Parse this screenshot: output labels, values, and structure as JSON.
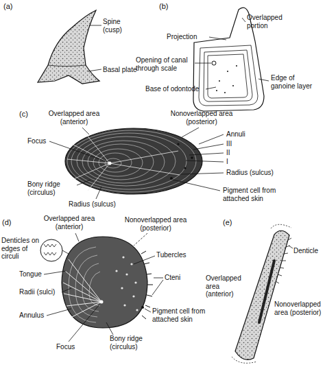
{
  "diagram": {
    "labels": [
      "(a)",
      "Spine (cusp)",
      "Basal plate",
      "(b)",
      "Overlapped portion",
      "Projection",
      "Opening of canal through scale",
      "Base of odontode",
      "Edge of ganoine layer",
      "(c)",
      "Overlapped area (anterior)",
      "Nonoverlapped area (posterior)",
      "Focus",
      "Annuli",
      "III",
      "II",
      "I",
      "Bony ridge (circulus)",
      "Radius (sulcus)",
      "Radius (sulcus)",
      "Pigment cell from attached skin",
      "(d)",
      "Overlapped area (anterior)",
      "Nonoverlapped area (posterior)",
      "Denticles on edges of circuli",
      "Tongue",
      "Radii (sulci)",
      "Annulus",
      "Focus",
      "Bony ridge (circulus)",
      "Tubercles",
      "Cteni",
      "Pigment cell from attached skin",
      "Denticle",
      "Overlapped area (anterior)",
      "Nonoverlapped area (posterior)",
      "(e)"
    ]
  }
}
